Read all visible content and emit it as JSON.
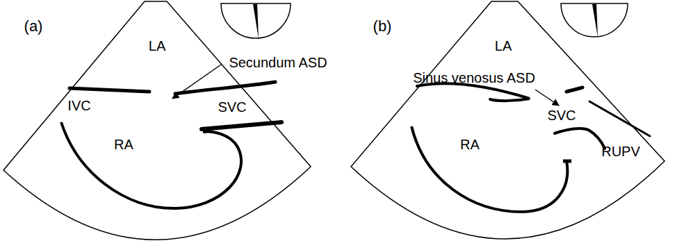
{
  "diagram": {
    "labels": [
      "(a)",
      "LA",
      "Secundum ASD",
      "IVC",
      "SVC",
      "RA",
      "(b)",
      "LA",
      "Sinus venosus ASD",
      "SVC",
      "RA",
      "RUPV"
    ]
  }
}
